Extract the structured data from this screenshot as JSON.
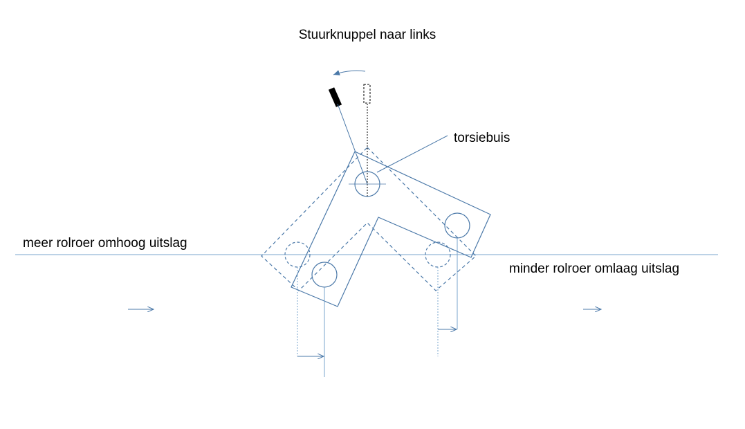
{
  "labels": {
    "title": "Stuurknuppel naar links",
    "torsion_tube": "torsiebuis",
    "left_side": "meer rolroer omhoog uitslag",
    "right_side": "minder rolroer omlaag uitslag"
  },
  "colors": {
    "line": "#4a78a8",
    "light_line": "#7aa4cc",
    "stick": "#000000",
    "text": "#000000"
  }
}
